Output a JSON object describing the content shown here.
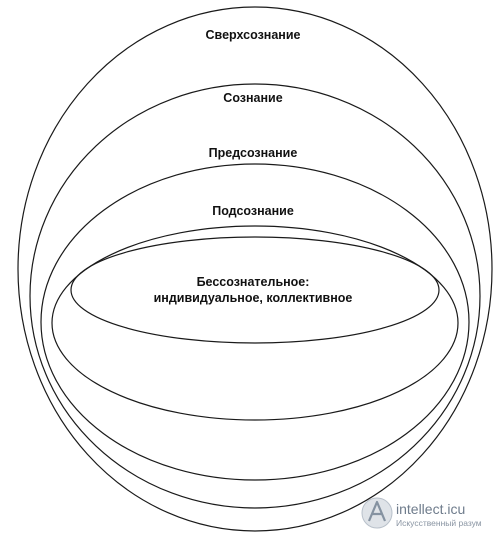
{
  "diagram": {
    "levels": [
      {
        "label": "Сверхсознание"
      },
      {
        "label": "Сознание"
      },
      {
        "label": "Предсознание"
      },
      {
        "label": "Подсознание"
      },
      {
        "label_line1": "Бессознательное:",
        "label_line2": "индивидуальное, коллективное"
      }
    ]
  },
  "watermark": {
    "text": "intellect.icu",
    "subtext": "Искусственный разум",
    "color": "#6f7c8c"
  }
}
